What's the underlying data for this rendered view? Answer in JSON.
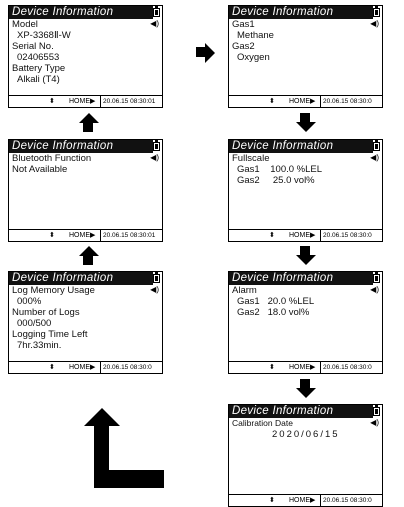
{
  "screens": [
    {
      "id": "s1",
      "title": "Device Information",
      "lines": [
        "Model",
        "XP-3368Ⅱ-W",
        "Serial No.",
        "02406553",
        "Battery Type",
        "Alkali (T4)"
      ],
      "footer": {
        "arrow": "⬍",
        "home": "HOME▶",
        "datetime": "20.06.15 08:30:01"
      }
    },
    {
      "id": "s2",
      "title": "Device Information",
      "lines": [
        "Gas1",
        "Methane",
        "Gas2",
        "Oxygen"
      ],
      "footer": {
        "arrow": "⬍",
        "home": "HOME▶",
        "datetime": "20.06.15 08:30:0"
      }
    },
    {
      "id": "s3",
      "title": "Device Information",
      "lines": [
        "Bluetooth Function",
        "Not Available"
      ],
      "footer": {
        "arrow": "⬍",
        "home": "HOME▶",
        "datetime": "20.06.15 08:30:01"
      }
    },
    {
      "id": "s4",
      "title": "Device Information",
      "lines": [
        "Fullscale",
        "Gas1    100.0 %LEL",
        "Gas2     25.0 vol%"
      ],
      "footer": {
        "arrow": "⬍",
        "home": "HOME▶",
        "datetime": "20.06.15 08:30:0"
      }
    },
    {
      "id": "s5",
      "title": "Device Information",
      "lines": [
        "Log Memory Usage",
        "000%",
        "Number of Logs",
        "000/500",
        "Logging Time Left",
        "7hr.33min."
      ],
      "footer": {
        "arrow": "⬍",
        "home": "HOME▶",
        "datetime": "20.06.15 08:30:0"
      }
    },
    {
      "id": "s6",
      "title": "Device Information",
      "lines": [
        "Alarm",
        "Gas1   20.0 %LEL",
        "Gas2   18.0 vol%"
      ],
      "footer": {
        "arrow": "⬍",
        "home": "HOME▶",
        "datetime": "20.06.15 08:30:0"
      }
    },
    {
      "id": "s7",
      "title": "Device Information",
      "lines": [
        "Calibration Date",
        "2020/06/15"
      ],
      "footer": {
        "arrow": "⬍",
        "home": "HOME▶",
        "datetime": "20.06.15 08:30:0"
      }
    }
  ]
}
